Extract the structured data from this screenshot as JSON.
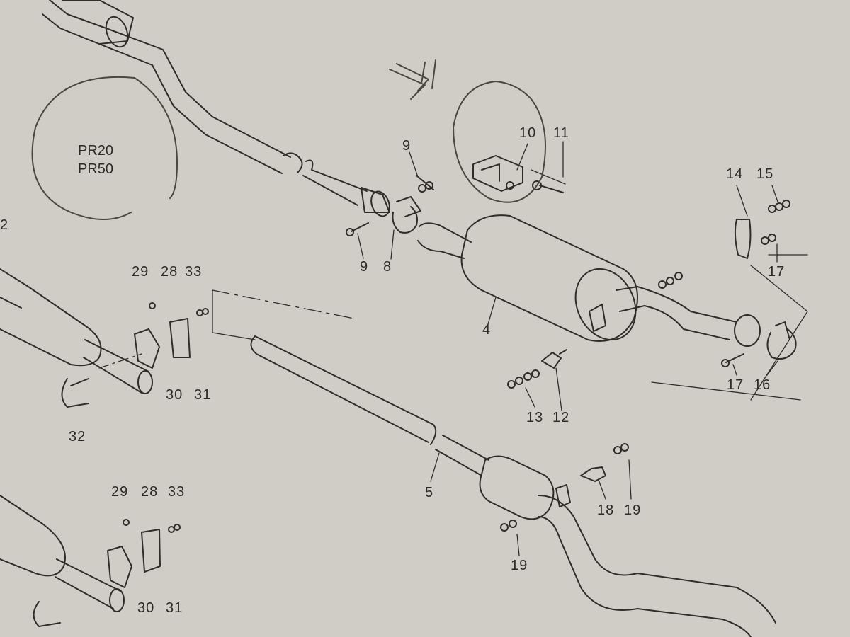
{
  "diagram": {
    "note": {
      "line1": "PR20",
      "line2": "PR50"
    },
    "callouts": {
      "c4": "4",
      "c5": "5",
      "c8": "8",
      "c9a": "9",
      "c9b": "9",
      "c10": "10",
      "c11": "11",
      "c12": "12",
      "c13": "13",
      "c14": "14",
      "c15": "15",
      "c16": "16",
      "c17a": "17",
      "c17b": "17",
      "c18": "18",
      "c19a": "19",
      "c19b": "19",
      "c2": "2",
      "c28a": "28",
      "c29a": "29",
      "c33a": "33",
      "c30a": "30",
      "c31a": "31",
      "c32": "32",
      "c28b": "28",
      "c29b": "29",
      "c33b": "33",
      "c30b": "30",
      "c31b": "31"
    }
  }
}
